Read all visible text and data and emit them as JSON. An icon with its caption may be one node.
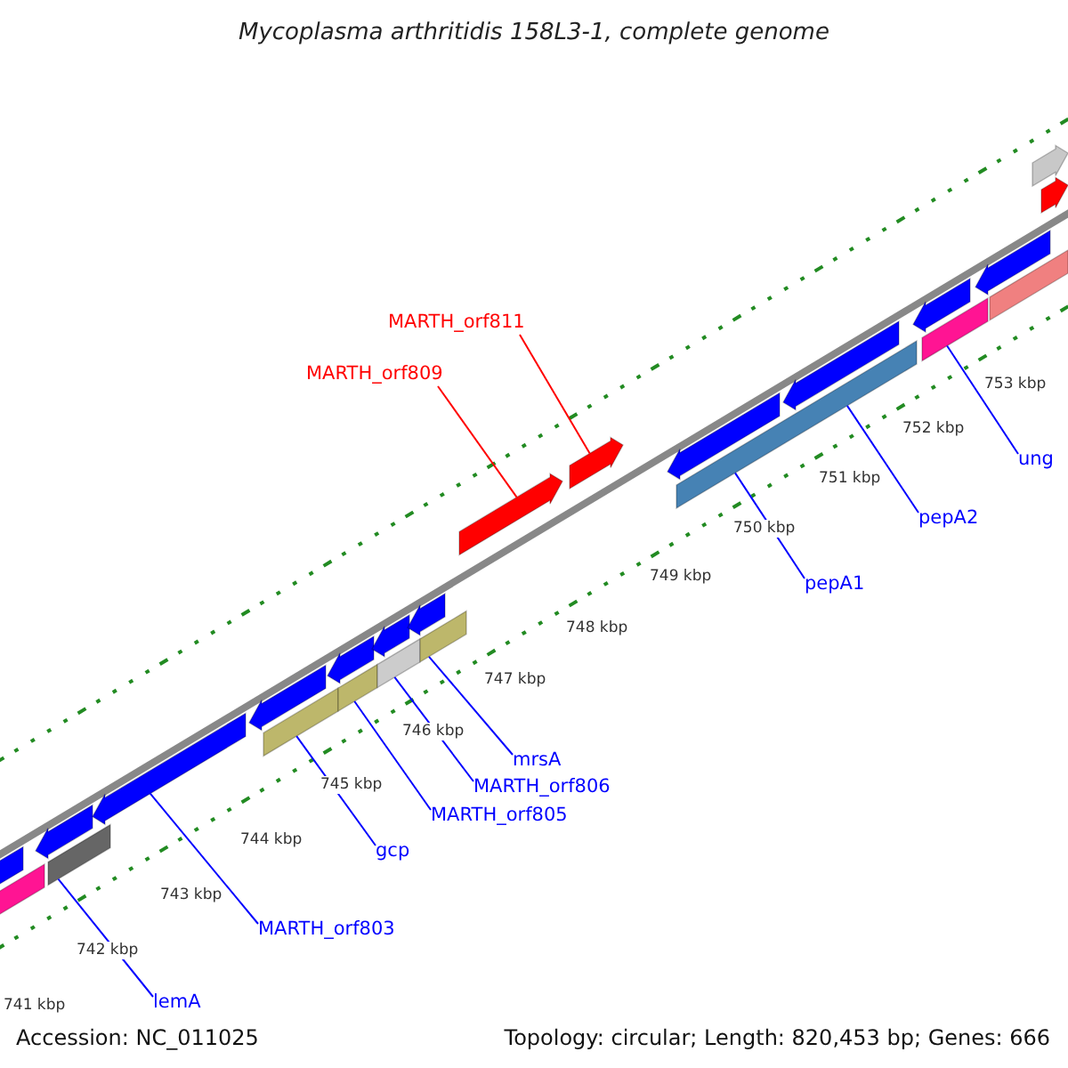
{
  "diagram": {
    "title": "Mycoplasma arthritidis 158L3-1, complete genome",
    "nodes": [
      {
        "text": [
          "MARTH_orf811"
        ]
      },
      {
        "text": [
          "MARTH_orf809"
        ]
      },
      {
        "text": [
          "ung"
        ]
      },
      {
        "text": [
          "pepA2"
        ]
      },
      {
        "text": [
          "pepA1"
        ]
      },
      {
        "text": [
          "mrsA"
        ]
      },
      {
        "text": [
          "MARTH_orf806"
        ]
      },
      {
        "text": [
          "MARTH_orf805"
        ]
      },
      {
        "text": [
          "gcp"
        ]
      },
      {
        "text": [
          "MARTH_orf803"
        ]
      },
      {
        "text": [
          "lemA"
        ]
      },
      {
        "text": [],
        "shape": "pentagon"
      },
      {
        "text": [],
        "shape": "bar"
      },
      {
        "text": [],
        "shape": "pentagon"
      },
      {
        "text": [],
        "shape": "bar"
      },
      {
        "text": [],
        "shape": "pentagon"
      },
      {
        "text": [],
        "shape": "pentagon"
      },
      {
        "text": [],
        "shape": "bar"
      },
      {
        "text": [],
        "shape": "pentagon"
      },
      {
        "text": [],
        "shape": "bar"
      },
      {
        "text": [],
        "shape": "pentagon"
      },
      {
        "text": [],
        "shape": "bar"
      },
      {
        "text": [],
        "shape": "pentagon"
      },
      {
        "text": [],
        "shape": "bar"
      },
      {
        "text": [],
        "shape": "pentagon"
      },
      {
        "text": [],
        "shape": "pentagon"
      },
      {
        "text": [],
        "shape": "pentagon"
      },
      {
        "text": [],
        "shape": "bar"
      },
      {
        "text": [],
        "shape": "pentagon"
      },
      {
        "text": [],
        "shape": "pentagon"
      },
      {
        "text": [],
        "shape": "bar"
      },
      {
        "text": [],
        "shape": "pentagon"
      },
      {
        "text": [],
        "shape": "bar"
      },
      {
        "text": [],
        "shape": "pentagon"
      },
      {
        "text": [],
        "shape": "pentagon"
      }
    ],
    "edges": [
      {
        "from": 0,
        "to": 25,
        "arrow": "none",
        "color": "#ff0000"
      },
      {
        "from": 1,
        "to": 24,
        "arrow": "none",
        "color": "#ff0000"
      },
      {
        "from": 2,
        "to": 30,
        "arrow": "none"
      },
      {
        "from": 3,
        "to": 27,
        "arrow": "none"
      },
      {
        "from": 4,
        "to": 27,
        "arrow": "none"
      },
      {
        "from": 5,
        "to": 23,
        "arrow": "none"
      },
      {
        "from": 6,
        "to": 21,
        "arrow": "none"
      },
      {
        "from": 7,
        "to": 19,
        "arrow": "none"
      },
      {
        "from": 8,
        "to": 17,
        "arrow": "none"
      },
      {
        "from": 9,
        "to": 15,
        "arrow": "none"
      },
      {
        "from": 10,
        "to": 14,
        "arrow": "none"
      }
    ],
    "labels": [
      "753 kbp",
      "752 kbp",
      "751 kbp",
      "750 kbp",
      "749 kbp",
      "748 kbp",
      "747 kbp",
      "746 kbp",
      "745 kbp",
      "744 kbp",
      "743 kbp",
      "742 kbp",
      "741 kbp",
      "Accession: NC_011025",
      "Topology: circular; Length: 820,453 bp; Genes: 666"
    ]
  }
}
